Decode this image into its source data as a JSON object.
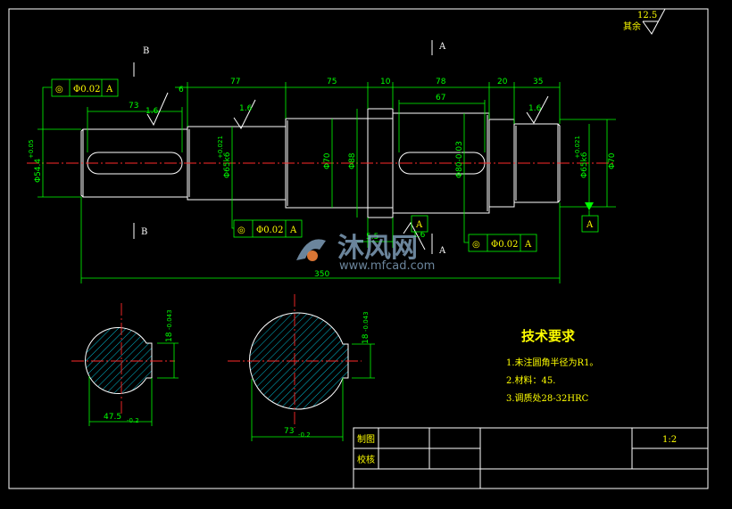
{
  "roughness": {
    "value": "12.5",
    "label": "其余"
  },
  "section_marks": {
    "b_top": "B",
    "a_top": "A",
    "b_bottom": "B",
    "a_bottom": "A"
  },
  "dims": {
    "d6": "6",
    "d77": "77",
    "d75": "75",
    "d10": "10",
    "d78": "78",
    "d20": "20",
    "d35": "35",
    "d73": "73",
    "d67": "67",
    "d5_5": "5.5",
    "total": "350"
  },
  "roughness_marks": [
    "1.6",
    "1.6",
    "1.6",
    "1.6"
  ],
  "diameters": {
    "left": "Φ54.4",
    "left_tol": "+0.05",
    "journal1": "Φ65k6",
    "journal1_tol": "+0.021",
    "d70a": "Φ70",
    "d88": "Φ88",
    "gear": "Φ80-0.03",
    "journal2": "Φ65k6",
    "journal2_tol": "+0.021",
    "d70b": "Φ70"
  },
  "tolerance_frames": [
    {
      "sym": "◎",
      "val": "Φ0.02",
      "ref": "A"
    },
    {
      "sym": "◎",
      "val": "Φ0.02",
      "ref": "A"
    },
    {
      "sym": "◎",
      "val": "Φ0.02",
      "ref": "A"
    }
  ],
  "datum": {
    "right": "A",
    "bottom": "A"
  },
  "sections": {
    "small_width": "47.5",
    "small_width_tol": "-0.2",
    "small_key": "18",
    "small_key_tol": "-0.043",
    "big_width": "73",
    "big_width_tol": "-0.2",
    "big_key": "18",
    "big_key_tol": "-0.043"
  },
  "notes": {
    "title": "技术要求",
    "items": [
      "1.未注圆角半径为R1。",
      "2.材料：45.",
      "3.调质处28-32HRC"
    ]
  },
  "title_block": {
    "drawn": "制图",
    "checked": "校核",
    "scale": "1:2"
  },
  "watermark": {
    "brand": "沐风网",
    "url": "www.mfcad.com"
  }
}
